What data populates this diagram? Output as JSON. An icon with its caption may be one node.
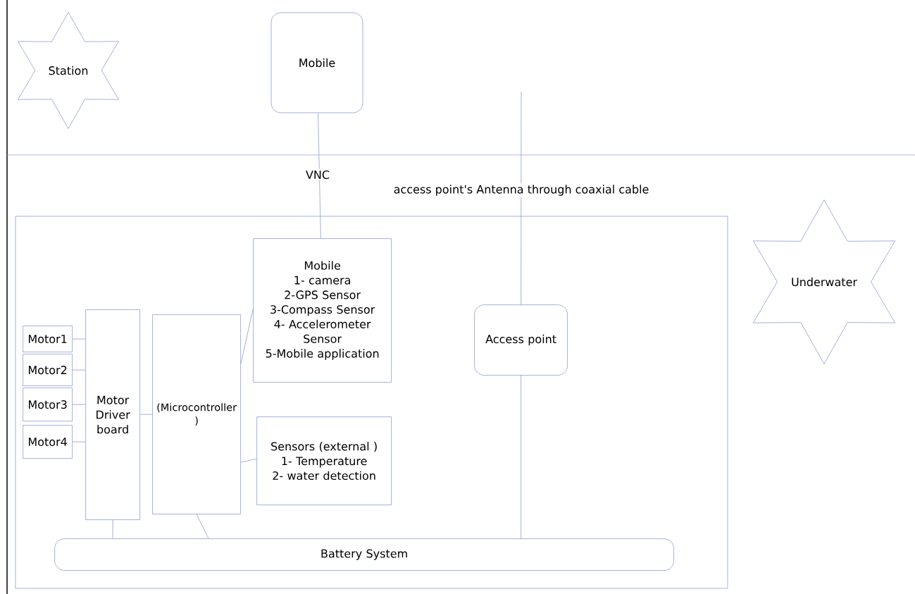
{
  "diagram": {
    "nodes": [
      {
        "text": [
          "Station"
        ]
      },
      {
        "text": [
          "Mobile"
        ]
      },
      {
        "text": [
          "Underwater"
        ]
      },
      {
        "text": [],
        "shape": "box"
      },
      {
        "text": [
          "Mobile",
          "1- camera",
          "2-GPS Sensor",
          "3-Compass Sensor",
          "4- Accelerometer Sensor",
          "5-Mobile application"
        ],
        "in": 3
      },
      {
        "text": [
          "Motor1"
        ],
        "in": 3
      },
      {
        "text": [
          "Motor2"
        ],
        "in": 3
      },
      {
        "text": [
          "Motor3"
        ],
        "in": 3
      },
      {
        "text": [
          "Motor4"
        ],
        "in": 3
      },
      {
        "text": [
          "Motor Driver board"
        ],
        "in": 3
      },
      {
        "text": [
          "(Microcontroller )"
        ],
        "in": 3
      },
      {
        "text": [
          "Sensors (external )",
          "1- Temperature",
          "2- water detection"
        ],
        "in": 3
      },
      {
        "text": [
          "Access point"
        ],
        "in": 3
      },
      {
        "text": [
          "Battery System"
        ],
        "in": 3
      }
    ],
    "edges": [
      {
        "from": 1,
        "to": 4,
        "arrow": "none",
        "label": "VNC"
      },
      {
        "from": null,
        "to": 12,
        "arrow": "none",
        "label": "access point's Antenna through coaxial cable"
      },
      {
        "from": 5,
        "to": 9,
        "arrow": "none"
      },
      {
        "from": 6,
        "to": 9,
        "arrow": "none"
      },
      {
        "from": 7,
        "to": 9,
        "arrow": "none"
      },
      {
        "from": 8,
        "to": 9,
        "arrow": "none"
      },
      {
        "from": 9,
        "to": 10,
        "arrow": "none"
      },
      {
        "from": 10,
        "to": 4,
        "arrow": "none"
      },
      {
        "from": 10,
        "to": 11,
        "arrow": "none"
      },
      {
        "from": 9,
        "to": 13,
        "arrow": "none"
      },
      {
        "from": 10,
        "to": 13,
        "arrow": "none"
      },
      {
        "from": 12,
        "to": 13,
        "arrow": "none"
      }
    ]
  }
}
